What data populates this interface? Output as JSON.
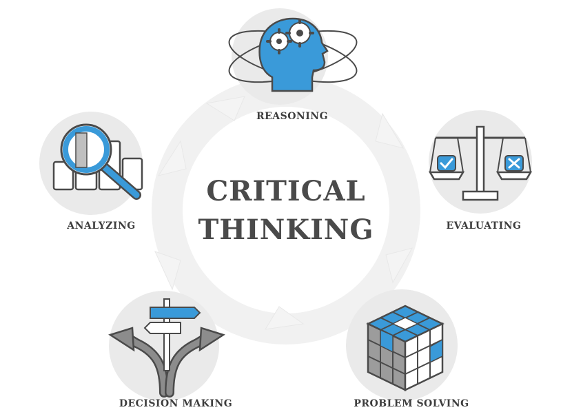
{
  "title": {
    "line1": "CRITICAL",
    "line2": "THINKING"
  },
  "steps": [
    {
      "label": "REASONING",
      "icon": "head-gears-icon"
    },
    {
      "label": "EVALUATING",
      "icon": "scales-icon"
    },
    {
      "label": "PROBLEM SOLVING",
      "icon": "rubiks-cube-icon"
    },
    {
      "label": "DECISION MAKING",
      "icon": "signpost-arrows-icon"
    },
    {
      "label": "ANALYZING",
      "icon": "magnifier-chart-icon"
    }
  ],
  "colors": {
    "accent_blue": "#3a9ad9",
    "outline": "#4a4a4a",
    "disc": "#eaeaea",
    "ring": "#f0f0f0"
  }
}
